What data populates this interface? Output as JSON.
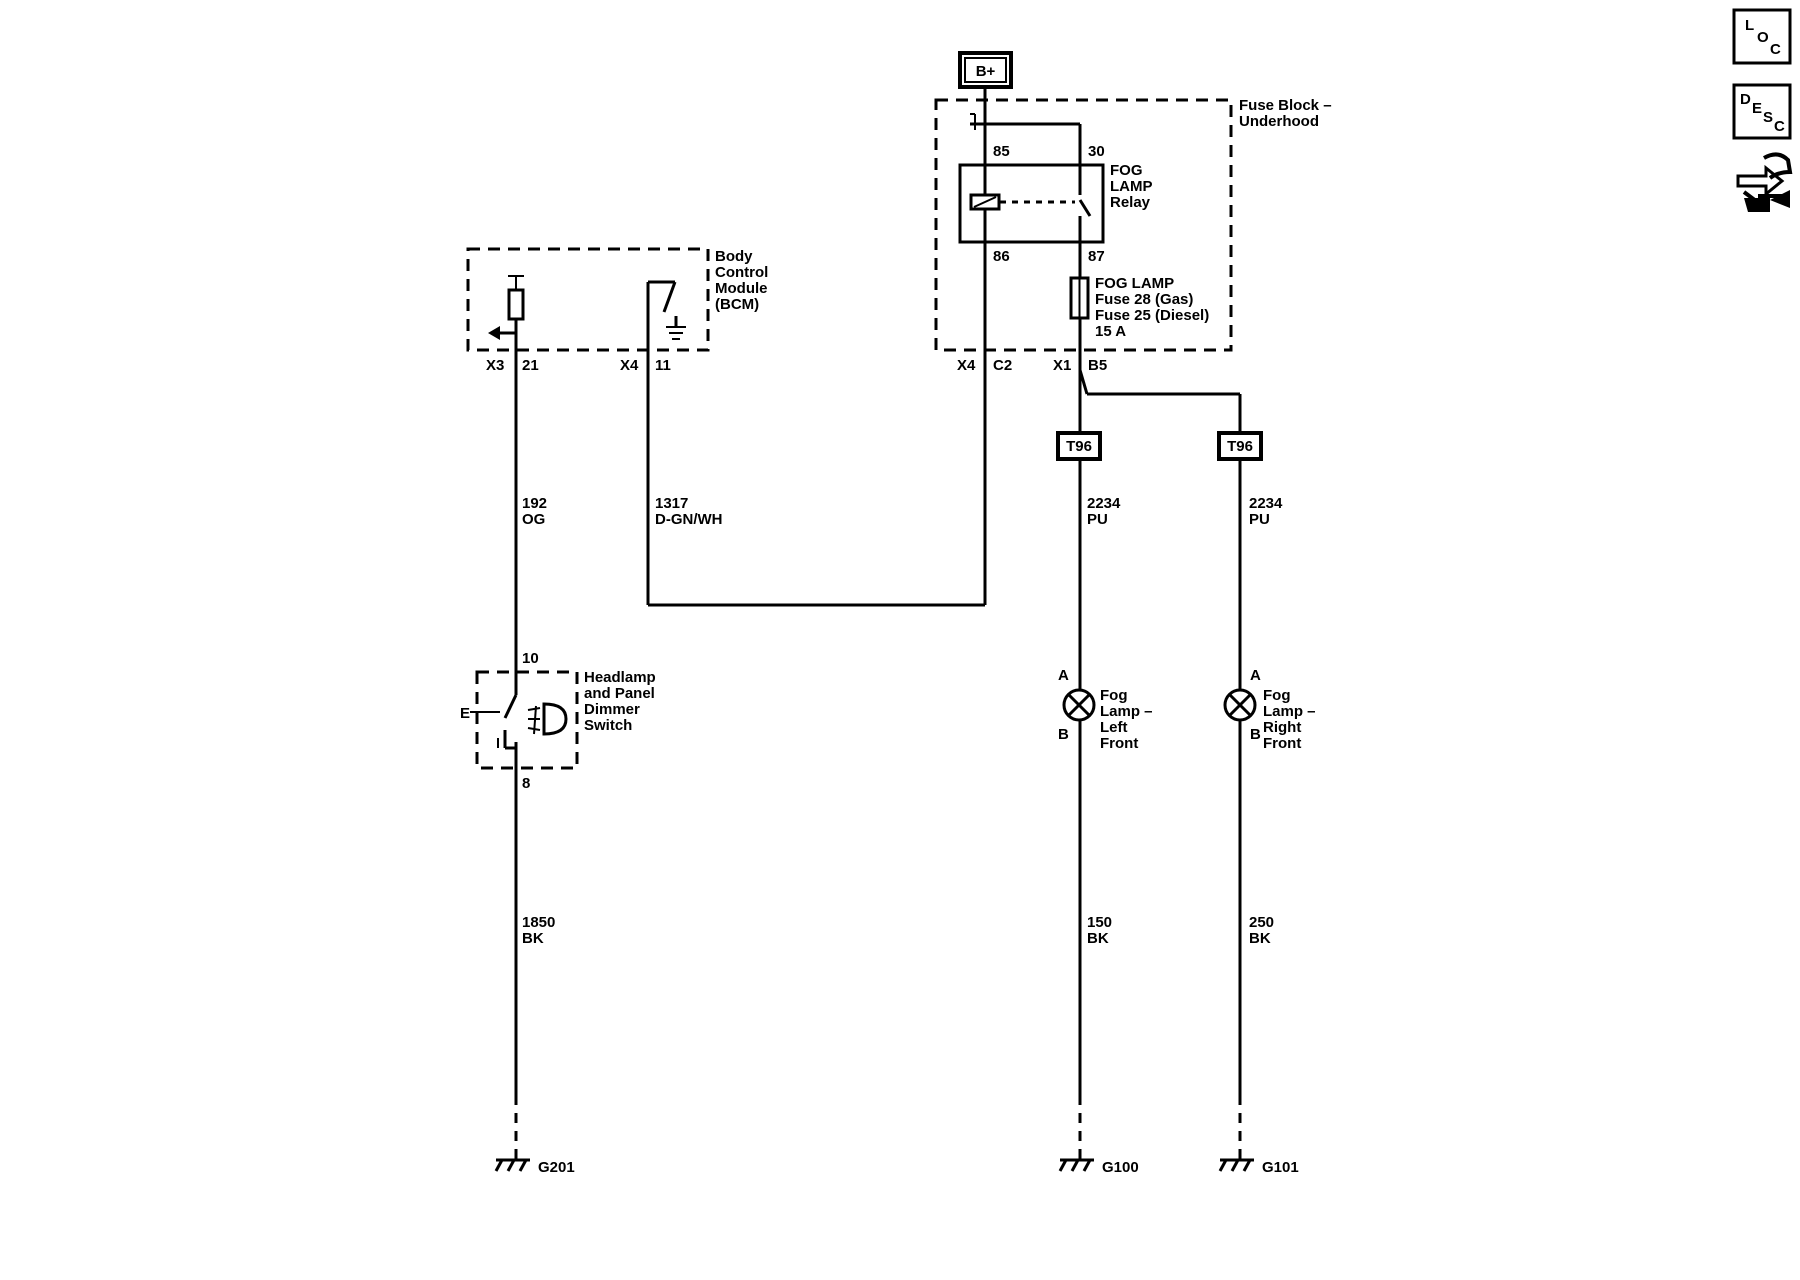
{
  "power": {
    "label": "B+"
  },
  "fuse_block": {
    "title_line1": "Fuse Block –",
    "title_line2": "Underhood",
    "relay": {
      "line1": "FOG",
      "line2": "LAMP",
      "line3": "Relay",
      "pin85": "85",
      "pin30": "30",
      "pin86": "86",
      "pin87": "87"
    },
    "fuse": {
      "line1": "FOG LAMP",
      "line2": "Fuse 28 (Gas)",
      "line3": "Fuse 25 (Diesel)",
      "line4": "15 A"
    },
    "conn_x4": "X4",
    "conn_c2": "C2",
    "conn_x1": "X1",
    "conn_b5": "B5"
  },
  "bcm": {
    "line1": "Body",
    "line2": "Control",
    "line3": "Module",
    "line4": "(BCM)",
    "conn_x3": "X3",
    "pin21": "21",
    "conn_x4": "X4",
    "pin11": "11"
  },
  "wires": {
    "w192_num": "192",
    "w192_color": "OG",
    "w1317_num": "1317",
    "w1317_color": "D-GN/WH",
    "w2234_left_num": "2234",
    "w2234_left_color": "PU",
    "w2234_right_num": "2234",
    "w2234_right_color": "PU",
    "w1850_num": "1850",
    "w1850_color": "BK",
    "w150_num": "150",
    "w150_color": "BK",
    "w250_num": "250",
    "w250_color": "BK"
  },
  "splices": {
    "left": "T96",
    "right": "T96"
  },
  "switch": {
    "line1": "Headlamp",
    "line2": "and Panel",
    "line3": "Dimmer",
    "line4": "Switch",
    "pin_top": "10",
    "pin_bottom": "8",
    "side_label": "E"
  },
  "lamp_left": {
    "line1": "Fog",
    "line2": "Lamp –",
    "line3": "Left",
    "line4": "Front",
    "pin_a": "A",
    "pin_b": "B"
  },
  "lamp_right": {
    "line1": "Fog",
    "line2": "Lamp –",
    "line3": "Right",
    "line4": "Front",
    "pin_a": "A",
    "pin_b": "B"
  },
  "grounds": {
    "g201": "G201",
    "g100": "G100",
    "g101": "G101"
  },
  "side_icons": {
    "loc": {
      "l": "L",
      "o": "O",
      "c": "C"
    },
    "desc": {
      "d": "D",
      "e": "E",
      "s": "S",
      "c": "C"
    },
    "tools_icon": "wrench-arrows-icon"
  }
}
